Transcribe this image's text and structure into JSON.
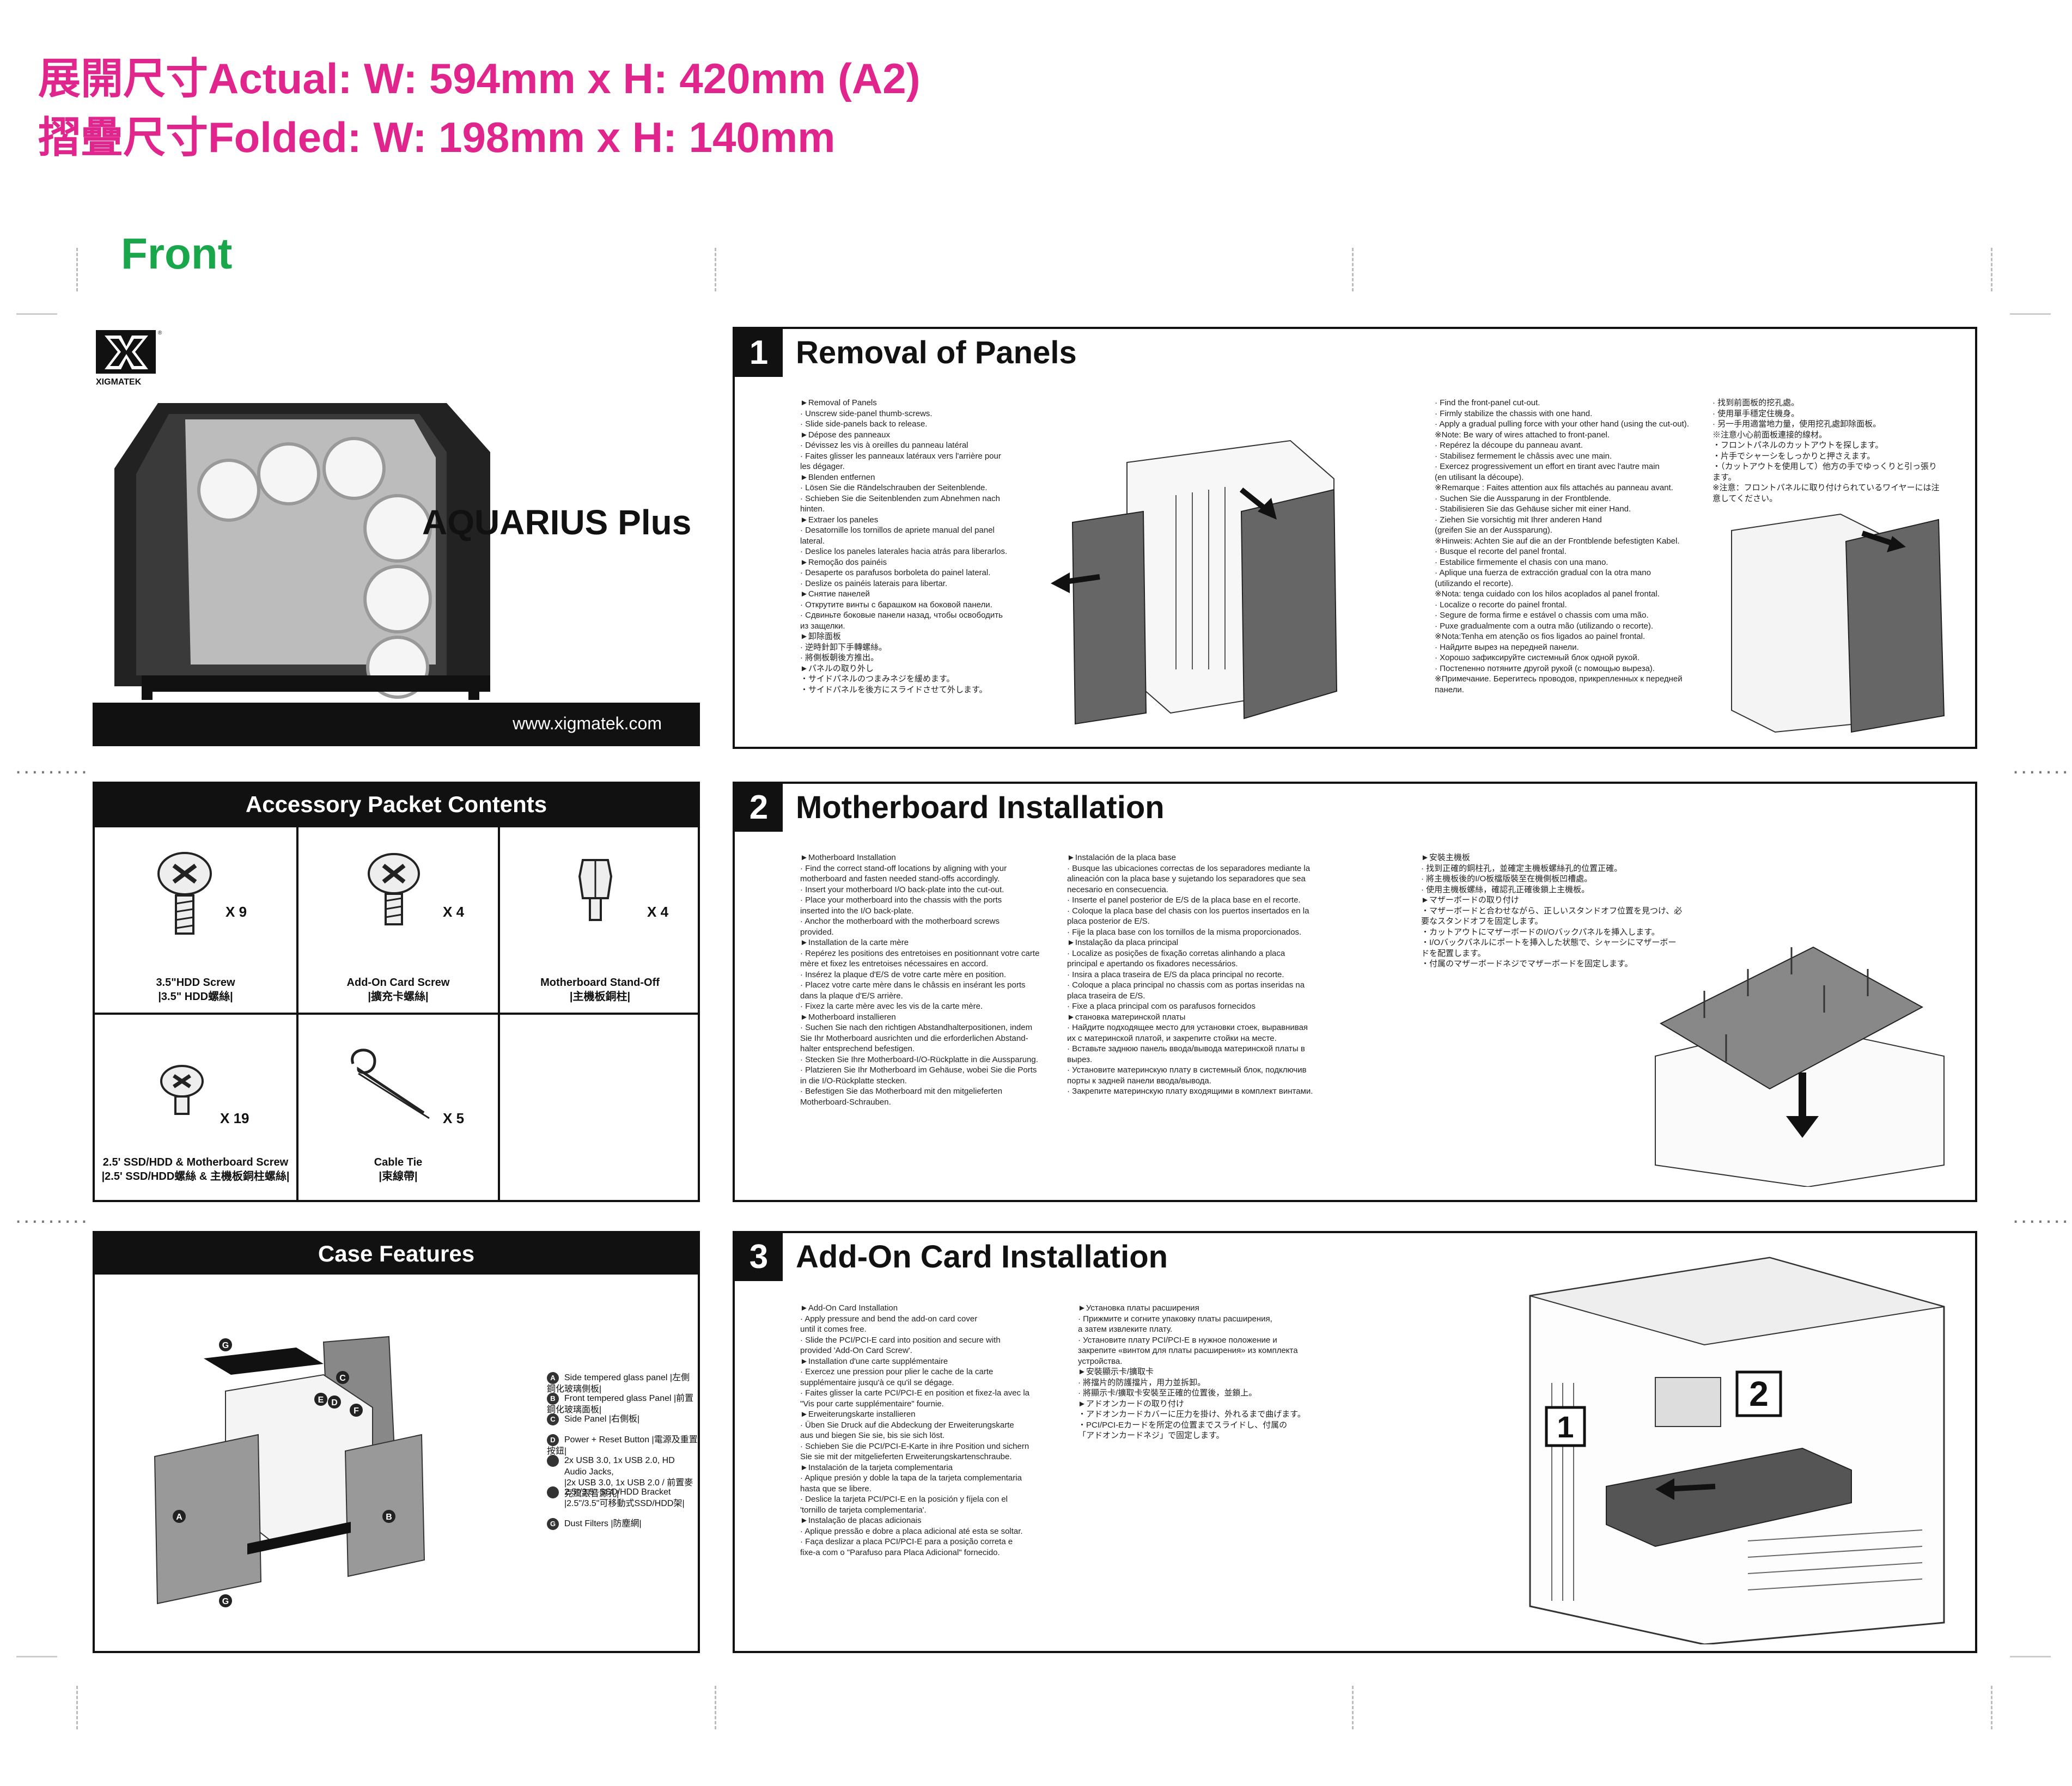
{
  "header": {
    "line1": "展開尺寸Actual: W: 594mm x H: 420mm (A2)",
    "line2": "摺疊尺寸Folded: W: 198mm x H: 140mm",
    "side": "Front"
  },
  "cover": {
    "brand": "XIGMATEK",
    "product": "AQUARIUS Plus",
    "website": "www.xigmatek.com"
  },
  "accessory": {
    "title": "Accessory Packet Contents",
    "items": [
      {
        "qty": "X 9",
        "name": "3.5\"HDD Screw",
        "name_cn": "|3.5\" HDD螺絲|"
      },
      {
        "qty": "X 4",
        "name": "Add-On Card Screw",
        "name_cn": "|擴充卡螺絲|"
      },
      {
        "qty": "X 4",
        "name": "Motherboard Stand-Off",
        "name_cn": "|主機板銅柱|"
      },
      {
        "qty": "X 19",
        "name": "2.5' SSD/HDD & Motherboard Screw",
        "name_cn": "|2.5' SSD/HDD螺絲 & 主機板銅柱螺絲|"
      },
      {
        "qty": "X 5",
        "name": "Cable Tie",
        "name_cn": "|束線帶|"
      }
    ]
  },
  "features": {
    "title": "Case Features",
    "items": [
      {
        "key": "A",
        "text": "Side tempered glass panel |左側鋼化玻璃側板|"
      },
      {
        "key": "B",
        "text": "Front tempered glass Panel |前置鋼化玻璃面板|"
      },
      {
        "key": "C",
        "text": "Side Panel |右側板|"
      },
      {
        "key": "D",
        "text": "Power + Reset Button |電源及重置按鈕|"
      },
      {
        "key": "E",
        "text": "2x USB 3.0, 1x USB 2.0, HD Audio Jacks,\n|2x USB 3.0, 1x USB 2.0 / 前置麥克風跟音源孔|"
      },
      {
        "key": "F",
        "text": "2.5\"/3.5\" SSD/HDD Bracket\n|2.5\"/3.5\"可移動式SSD/HDD架|"
      },
      {
        "key": "G",
        "text": "Dust Filters |防塵網|"
      }
    ]
  },
  "sections": [
    {
      "num": "1",
      "title": "Removal of Panels",
      "col1": "►Removal of Panels\n· Unscrew side-panel thumb-screws.\n· Slide side-panels back to release.\n►Dépose des panneaux\n· Dévissez les vis à oreilles du panneau latéral\n· Faites glisser les panneaux latéraux vers l'arrière pour\n  les dégager.\n►Blenden entfernen\n· Lösen Sie die Rändelschrauben der Seitenblende.\n· Schieben Sie die Seitenblenden zum Abnehmen nach\n  hinten.\n►Extraer los paneles\n· Desatornille los tornillos de apriete manual del panel\n  lateral.\n· Deslice los paneles laterales hacia atrás para liberarlos.\n►Remoção dos painéis\n· Desaperte os parafusos borboleta do painel lateral.\n· Deslize os painéis laterais para libertar.\n►Снятие панелей\n· Открутите винты с барашком на боковой панели.\n· Сдвиньте боковые панели назад, чтобы освободить\n  из защелки.\n►卸除面板\n· 逆時針卸下手轉螺絲。\n· 將側板朝後方推出。\n►パネルの取り外し\n・サイドパネルのつまみネジを緩めます。\n・サイドパネルを後方にスライドさせて外します。",
      "col2": "· Find the front-panel cut-out.\n· Firmly stabilize the chassis with one hand.\n· Apply a gradual pulling force with your other hand (using the cut-out).\n※Note: Be wary of wires attached to front-panel.\n· Repérez la découpe du panneau avant.\n· Stabilisez fermement le châssis avec une main.\n· Exercez progressivement un effort en tirant avec l'autre main\n  (en utilisant la découpe).\n※Remarque : Faites attention aux fils attachés au panneau avant.\n· Suchen Sie die Aussparung in der Frontblende.\n· Stabilisieren Sie das Gehäuse sicher mit einer Hand.\n· Ziehen Sie vorsichtig mit Ihrer anderen Hand\n  (greifen Sie an der Aussparung).\n※Hinweis: Achten Sie auf die an der Frontblende befestigten Kabel.\n· Busque el recorte del panel frontal.\n· Estabilice firmemente el chasis con una mano.\n· Aplique una fuerza de extracción gradual con la otra mano\n  (utilizando el recorte).\n※Nota: tenga cuidado con los hilos acoplados al panel frontal.\n· Localize o recorte do painel frontal.\n· Segure de forma firme e estável o chassis com uma mão.\n· Puxe gradualmente com a outra mão (utilizando o recorte).\n※Nota:Tenha em atenção os fios ligados ao painel frontal.\n· Найдите вырез на передней панели.\n· Хорошо зафиксируйте системный блок одной рукой.\n· Постепенно потяните другой рукой (с помощью выреза).\n※Примечание. Берегитесь проводов, прикрепленных к передней\n  панели.",
      "col3": "· 找到前面板的挖孔處。\n· 使用單手穩定住機身。\n· 另一手用適當地力量，使用挖孔處卸除面板。\n※注意小心前面板連接的線材。\n・フロントパネルのカットアウトを探します。\n・片手でシャーシをしっかりと押さえます。\n・（カットアウトを使用して）他方の手でゆっくりと引っ張り\n  ます。\n※注意：フロントパネルに取り付けられているワイヤーには注\n  意してください。"
    },
    {
      "num": "2",
      "title": "Motherboard Installation",
      "col1": "►Motherboard Installation\n· Find the correct stand-off locations by aligning with your\n  motherboard and fasten needed stand-offs accordingly.\n· Insert your motherboard I/O back-plate into the cut-out.\n· Place your motherboard into the chassis with the ports\n  inserted into the I/O back-plate.\n· Anchor the motherboard with the motherboard screws\n  provided.\n►Installation de la carte mère\n· Repérez les positions des entretoises en positionnant votre carte\n  mère et fixez les entretoises nécessaires en accord.\n· Insérez la plaque d'E/S de votre carte mère en position.\n· Placez votre carte mère dans le châssis en insérant les ports\n  dans la plaque d'E/S arrière.\n· Fixez la carte mère avec les vis de la carte mère.\n►Motherboard installieren\n· Suchen Sie nach den richtigen Abstandhalterpositionen, indem\n  Sie Ihr Motherboard ausrichten und die erforderlichen Abstand-\n  halter entsprechend befestigen.\n· Stecken Sie Ihre Motherboard-I/O-Rückplatte in die Aussparung.\n· Platzieren Sie Ihr Motherboard im Gehäuse, wobei Sie die Ports\n  in die I/O-Rückplatte stecken.\n· Befestigen Sie das Motherboard mit den mitgelieferten\n  Motherboard-Schrauben.",
      "col2": "►Instalación de la placa base\n· Busque las ubicaciones correctas de los separadores mediante la\n  alineación con la placa base y sujetando los separadores que sea\n  necesario en consecuencia.\n· Inserte el panel posterior de E/S de la placa base en el recorte.\n· Coloque la placa base del chasis con los puertos insertados en la\n  placa posterior de E/S.\n· Fije la placa base con los tornillos de la misma proporcionados.\n►Instalação da placa principal\n· Localize as posições de fixação corretas alinhando a placa\n  principal e apertando os fixadores necessários.\n· Insira a placa traseira de E/S da placa principal no recorte.\n· Coloque a placa principal no chassis com as portas inseridas na\n  placa traseira de E/S.\n· Fixe a placa principal com os parafusos fornecidos\n►становка материнской платы\n· Найдите подходящее место для установки стоек, выравнивая\n  их с материнской платой, и закрепите стойки на месте.\n· Вставьте заднюю панель ввода/вывода материнской платы в\n  вырез.\n· Установите материнскую плату в системный блок, подключив\n  порты к задней панели ввода/вывода.\n· Закрепите материнскую плату входящими в комплект винтами.",
      "col3": "►安裝主機板\n· 找到正確的銅柱孔，並確定主機板螺絲孔的位置正確。\n· 將主機板後的I/O板檔版裝至在機側板凹槽處。\n· 使用主機板螺絲，確認孔正確後鎖上主機板。\n►マザーボードの取り付け\n・マザーボードと合わせながら、正しいスタンドオフ位置を見つけ、必\n  要なスタンドオフを固定します。\n・カットアウトにマザーボードのI/Oバックパネルを挿入します。\n・I/Oバックパネルにポートを挿入した状態で、シャーシにマザーボー\n  ドを配置します。\n・付属のマザーボードネジでマザーボードを固定します。"
    },
    {
      "num": "3",
      "title": "Add-On Card Installation",
      "col1": "►Add-On Card Installation\n· Apply pressure and bend the add-on card cover\n  until it comes free.\n· Slide the PCI/PCI-E card into position and secure with\n  provided 'Add-On Card Screw'.\n►Installation d'une carte supplémentaire\n· Exercez une pression pour plier le cache de la carte\n  supplémentaire jusqu'à ce qu'il se dégage.\n· Faites glisser la carte PCI/PCI-E en position et fixez-la avec la\n  \"Vis pour carte supplémentaire\" fournie.\n►Erweiterungskarte installieren\n· Üben Sie Druck auf die Abdeckung der Erweiterungskarte\n  aus und biegen Sie sie, bis sie sich löst.\n· Schieben Sie die PCI/PCI-E-Karte in ihre Position und sichern\n  Sie sie mit der mitgelieferten Erweiterungskartenschraube.\n►Instalación de la tarjeta complementaria\n· Aplique presión y doble la tapa de la tarjeta complementaria\n  hasta que se libere.\n· Deslice la tarjeta PCI/PCI-E en la posición y fíjela con el\n  'tornillo de tarjeta complementaria'.\n►Instalação de placas adicionais\n· Aplique pressão e dobre a placa adicional até esta se soltar.\n· Faça deslizar a placa PCI/PCI-E para a posição correta e\n  fixe-a com o \"Parafuso para Placa Adicional\" fornecido.",
      "col2": "►Установка платы расширения\n· Прижмите и согните упаковку платы расширения,\n  а затем извлеките плату.\n· Установите плату PCI/PCI-E в нужное положение и\n  закрепите «винтом для платы  расширения» из комплекта\n  устройства.\n►安裝顯示卡/擴取卡\n· 將擋片的防護擋片，用力並拆卸。\n· 將顯示卡/擴取卡安裝至正確的位置後，並鎖上。\n►アドオンカードの取り付け\n・アドオンカードカバーに圧力を掛け、外れるまで曲げます。\n・PCI/PCI-Eカードを所定の位置までスライドし、付属の\n  「アドオンカードネジ」で固定します。",
      "col3": ""
    }
  ],
  "diagram_labels": {
    "step1": "1",
    "step2": "2"
  }
}
